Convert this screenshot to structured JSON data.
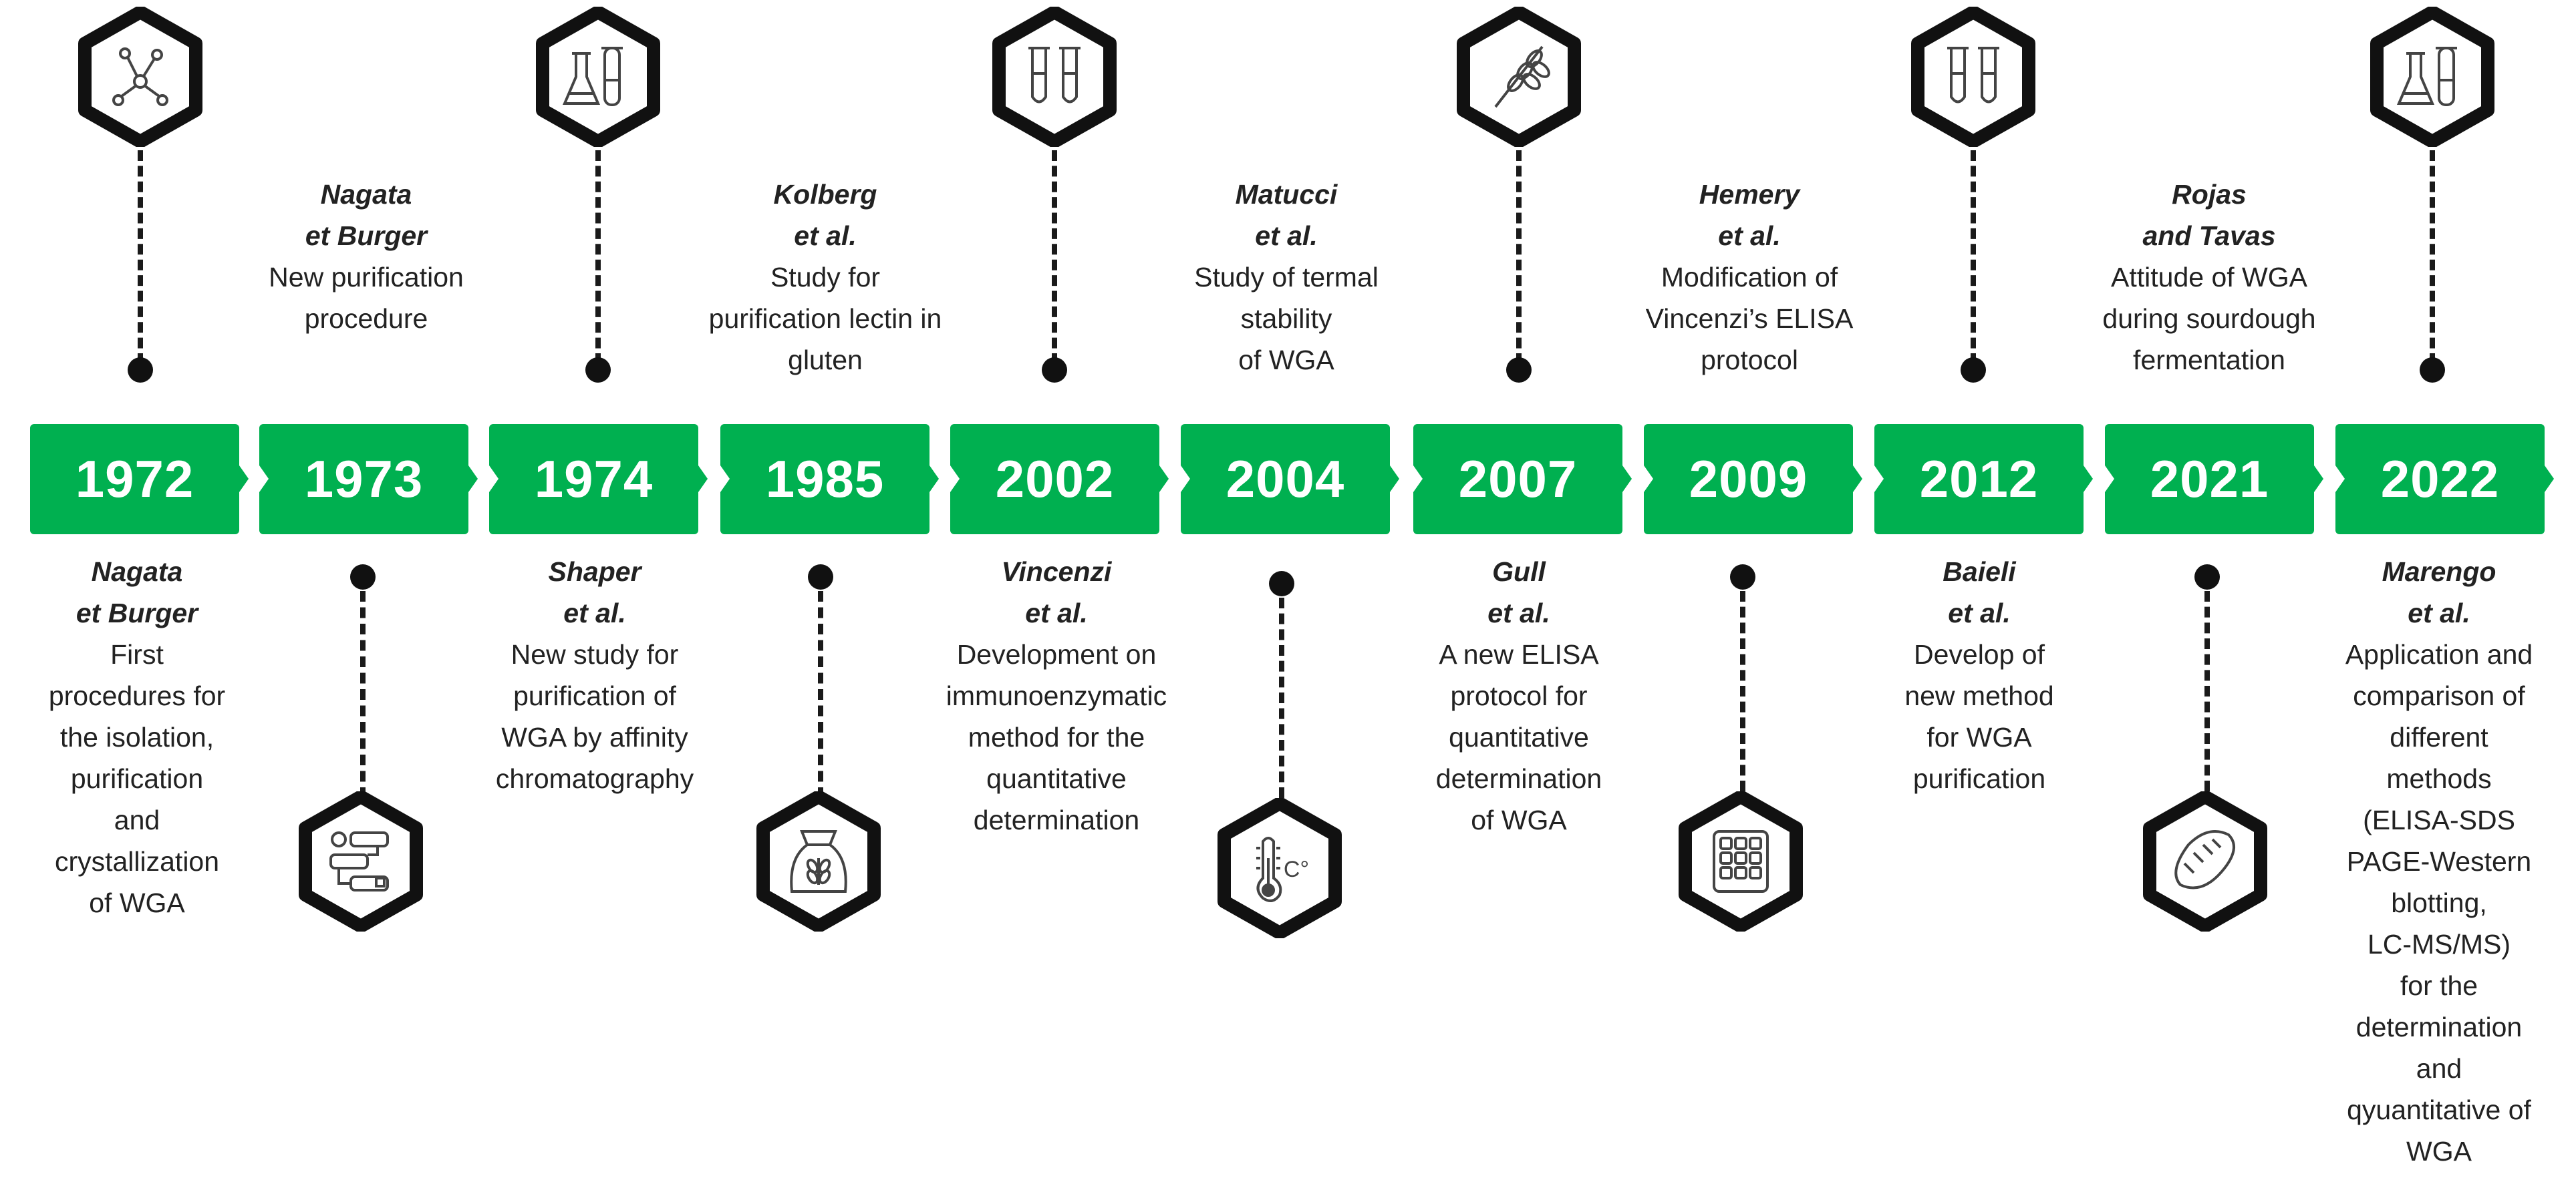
{
  "events": [
    {
      "year": "1972",
      "author": "Nagata\net Burger",
      "description": "First\nprocedures for\nthe isolation,\npurification\nand\ncrystallization\nof WGA",
      "icon": "molecule-icon"
    },
    {
      "year": "1973",
      "author": "Nagata\net Burger",
      "description": "New purification\nprocedure",
      "icon": "process-flow-icon"
    },
    {
      "year": "1974",
      "author": "Shaper\net al.",
      "description": "New study for\npurification of\nWGA by affinity\nchromatography",
      "icon": "lab-flasks-icon"
    },
    {
      "year": "1985",
      "author": "Kolberg\net al.",
      "description": "Study for\npurification lectin in\ngluten",
      "icon": "flour-sack-icon"
    },
    {
      "year": "2002",
      "author": "Vincenzi\net al.",
      "description": "Development on\nimmunoenzymatic\nmethod for the\nquantitative\ndetermination",
      "icon": "test-tubes-icon"
    },
    {
      "year": "2004",
      "author": "Matucci\net al.",
      "description": "Study of termal\nstability\nof WGA",
      "icon": "thermometer-icon"
    },
    {
      "year": "2007",
      "author": "Gull\net al.",
      "description": "A new ELISA\nprotocol for\nquantitative\ndetermination\nof WGA",
      "icon": "wheat-icon"
    },
    {
      "year": "2009",
      "author": "Hemery\net al.",
      "description": "Modification of\nVincenzi’s ELISA\nprotocol",
      "icon": "microplate-icon"
    },
    {
      "year": "2012",
      "author": "Baieli\net al.",
      "description": "Develop of\nnew method\nfor WGA\npurification",
      "icon": "test-tubes-icon"
    },
    {
      "year": "2021",
      "author": "Rojas\nand Tavas",
      "description": "Attitude of WGA\nduring sourdough\nfermentation",
      "icon": "bread-icon"
    },
    {
      "year": "2022",
      "author": "Marengo\net al.",
      "description": "Application and\ncomparison of\ndifferent\nmethods\n(ELISA-SDS\nPAGE-Western\nblotting,\nLC-MS/MS)\nfor the\ndetermination\nand\nqyuantitative of\nWGA",
      "icon": "lab-flasks-icon"
    }
  ],
  "colors": {
    "year_box": "#00b050",
    "year_text": "#ffffff",
    "hexagon_border": "#111111",
    "connector": "#1a1a1a"
  }
}
